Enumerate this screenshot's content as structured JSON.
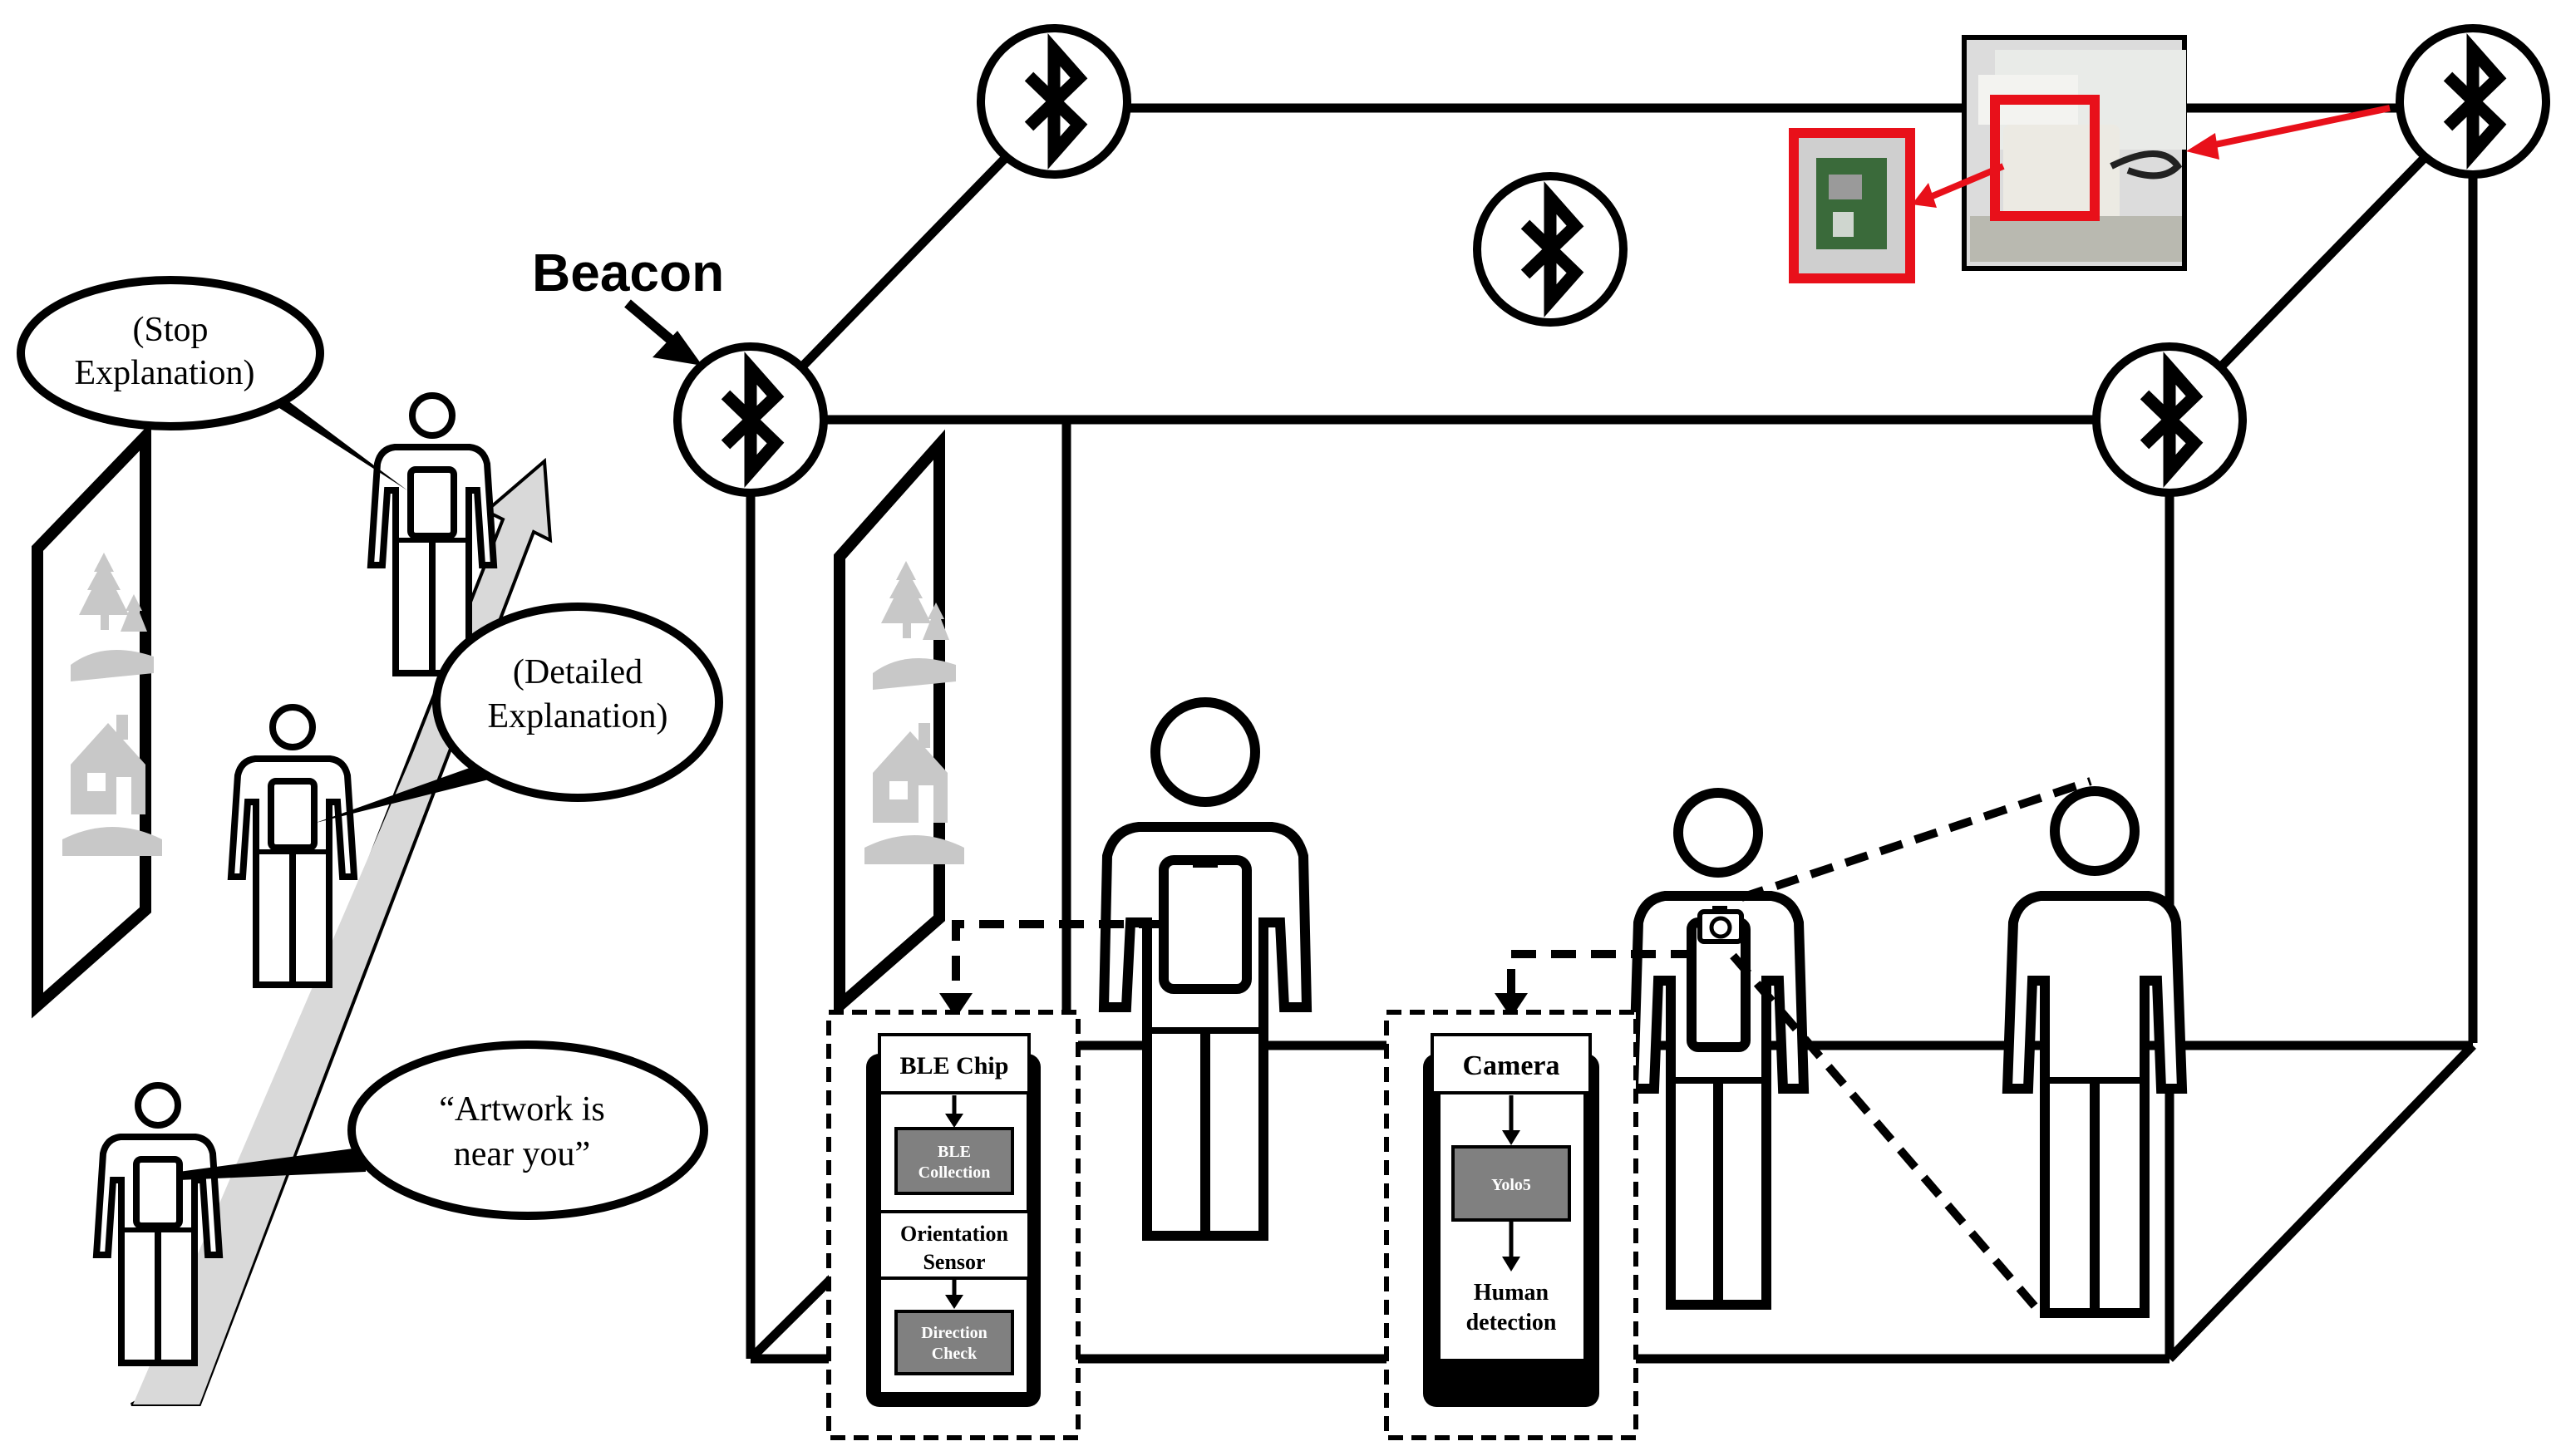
{
  "labels": {
    "beacon": "Beacon"
  },
  "bubbles": {
    "stop_line1": "(Stop",
    "stop_line2": "Explanation)",
    "detailed_line1": "(Detailed",
    "detailed_line2": "Explanation)",
    "artwork_line1": "“Artwork is",
    "artwork_line2": "near  you”"
  },
  "phone_panel": {
    "ble_chip": "BLE Chip",
    "ble_collection_line1": "BLE",
    "ble_collection_line2": "Collection",
    "orientation_line1": "Orientation",
    "orientation_line2": "Sensor",
    "direction_line1": "Direction",
    "direction_line2": "Check"
  },
  "camera_panel": {
    "camera": "Camera",
    "yolo": "Yolo5",
    "human_line1": "Human",
    "human_line2": "detection"
  },
  "icons": [
    "bluetooth-icon",
    "camera-icon",
    "person-icon",
    "smartphone-icon",
    "picture-frame-icon",
    "raspberry-pi-photo"
  ],
  "colors": {
    "line": "#000000",
    "highlight": "#e8101a",
    "path_arrow": "#d9d9d9",
    "module_box": "#808080",
    "picture_art": "#c8c8c8"
  }
}
